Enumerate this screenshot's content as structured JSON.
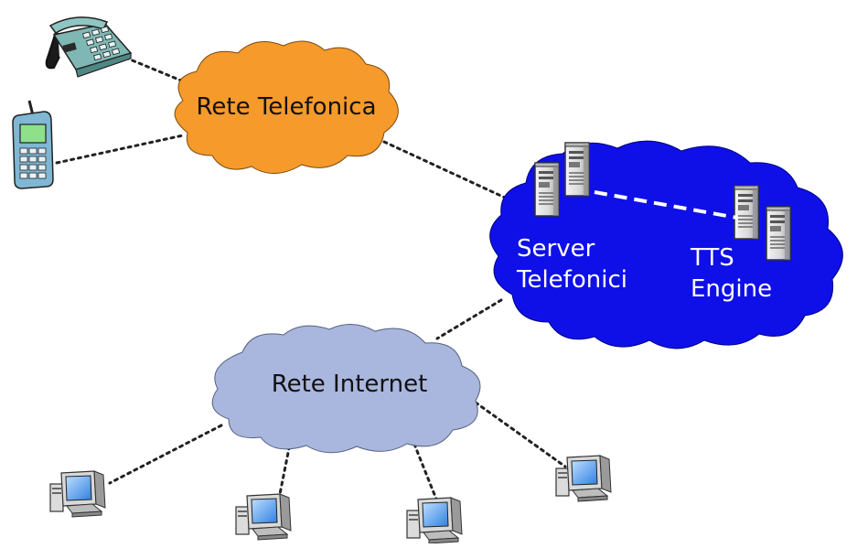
{
  "clouds": {
    "telephone_network": {
      "label": "Rete Telefonica",
      "color": "#f59a2b"
    },
    "server_cloud": {
      "color": "#0f10e8"
    },
    "internet": {
      "label": "Rete Internet",
      "color": "#a9b6dd"
    }
  },
  "servers": {
    "telephony": {
      "label_line1": "Server",
      "label_line2": "Telefonici"
    },
    "tts": {
      "label_line1": "TTS",
      "label_line2": "Engine"
    }
  },
  "devices": {
    "desk_phone": {
      "icon": "desk-phone-icon"
    },
    "mobile_phone": {
      "icon": "mobile-phone-icon"
    },
    "computers": [
      {
        "icon": "computer-icon"
      },
      {
        "icon": "computer-icon"
      },
      {
        "icon": "computer-icon"
      },
      {
        "icon": "computer-icon"
      }
    ]
  }
}
